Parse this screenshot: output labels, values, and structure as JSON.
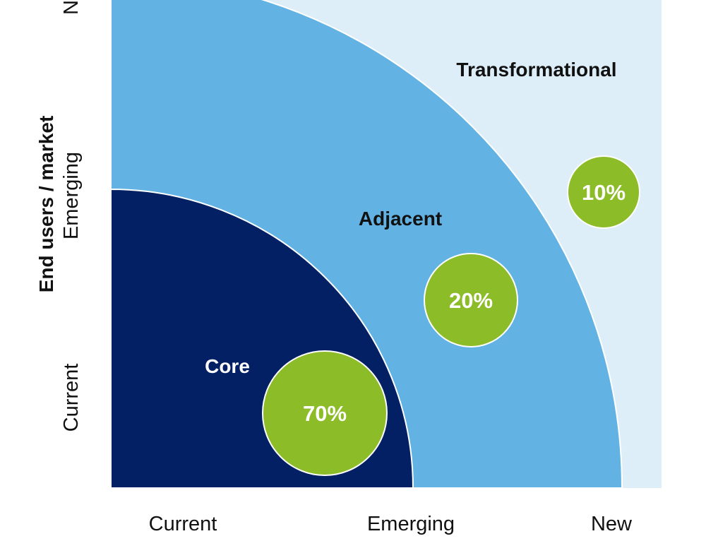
{
  "colors": {
    "background": "#ffffff",
    "transformational_zone": "#ddeef9",
    "adjacent_zone": "#62b3e3",
    "core_zone": "#022063",
    "bubble": "#8cbd28",
    "bubble_stroke": "#ffffff",
    "dark_text": "#111111",
    "light_text": "#ffffff"
  },
  "zones": {
    "core": {
      "label": "Core"
    },
    "adjacent": {
      "label": "Adjacent"
    },
    "transformational": {
      "label": "Transformational"
    }
  },
  "bubbles": [
    {
      "zone": "core",
      "label": "70%",
      "share": 70
    },
    {
      "zone": "adjacent",
      "label": "20%",
      "share": 20
    },
    {
      "zone": "transformational",
      "label": "10%",
      "share": 10
    }
  ],
  "x_axis": {
    "ticks": [
      "Current",
      "Emerging",
      "New"
    ]
  },
  "y_axis": {
    "title": "End users / market",
    "ticks": [
      "Current",
      "Emerging",
      "New"
    ]
  }
}
